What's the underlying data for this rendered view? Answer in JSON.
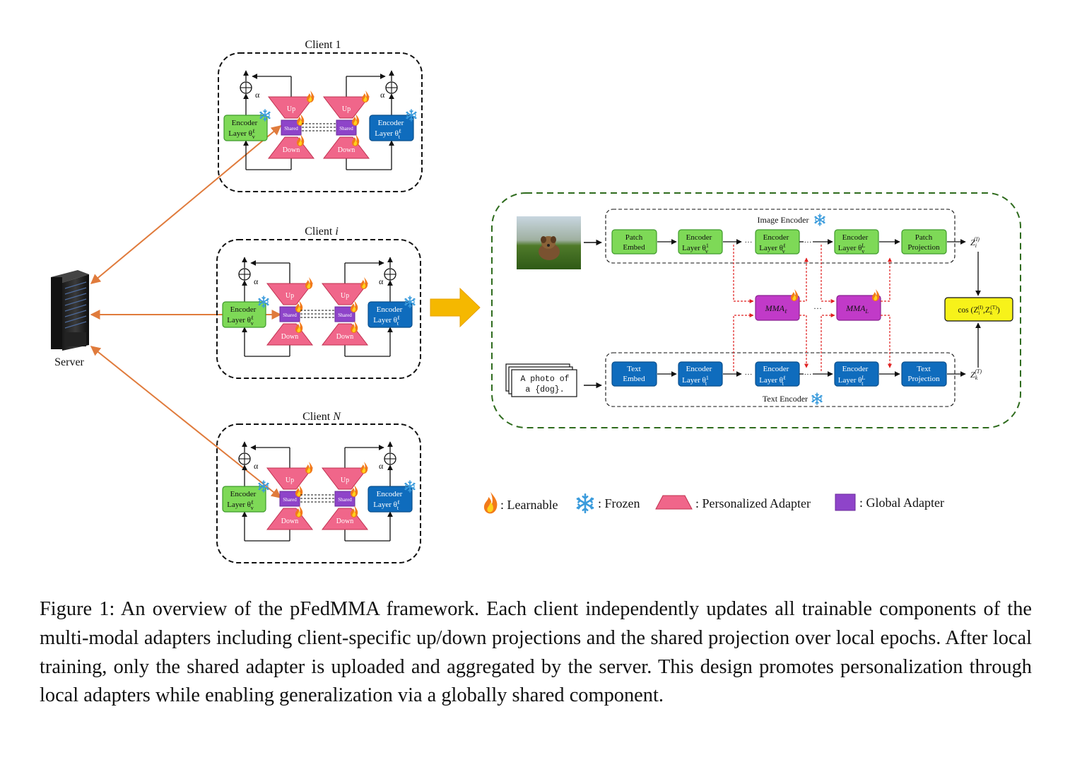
{
  "server": {
    "label": "Server"
  },
  "clients": [
    {
      "title": "Client 1"
    },
    {
      "title_prefix": "Client ",
      "title_var": "i"
    },
    {
      "title_prefix": "Client ",
      "title_var": "N"
    }
  ],
  "client_block": {
    "alpha": "α",
    "up": "Up",
    "down": "Down",
    "shared": "Shared",
    "encoder_v_line1": "Encoder",
    "encoder_v_line2": "Layer θ",
    "encoder_v_sup": "ℓ",
    "encoder_v_sub": "v",
    "encoder_t_line1": "Encoder",
    "encoder_t_line2": "Layer θ",
    "encoder_t_sup": "ℓ",
    "encoder_t_sub": "t"
  },
  "model": {
    "image_encoder_label": "Image Encoder",
    "text_encoder_label": "Text Encoder",
    "text_prompt_line1": "A photo of",
    "text_prompt_line2": "a {dog}.",
    "patch_embed_l1": "Patch",
    "patch_embed_l2": "Embed",
    "patch_proj_l1": "Patch",
    "patch_proj_l2": "Projection",
    "text_embed_l1": "Text",
    "text_embed_l2": "Embed",
    "text_proj_l1": "Text",
    "text_proj_l2": "Projection",
    "enc_l1": "Encoder",
    "enc_l2": "Layer θ",
    "sup_1": "1",
    "sup_l": "ℓ",
    "sup_L": "L",
    "sub_v": "v",
    "sub_t": "t",
    "dots": "···",
    "mma_l": "MMA",
    "mma_l_sub": "ℓ",
    "mma_L_sub": "L",
    "z_sym": "Z",
    "z_i_sub": "i",
    "z_k_sub": "k",
    "z_img_sup": "(I)",
    "z_txt_sup": "(T)",
    "cos_text": "cos (Z",
    "cos_comma": ",Z",
    "cos_close": ")"
  },
  "legend": {
    "learnable": ": Learnable",
    "frozen": ": Frozen",
    "personalized": ": Personalized Adapter",
    "global": ": Global Adapter"
  },
  "caption": "Figure 1: An overview of the pFedMMA framework. Each client independently updates all trainable components of the multi-modal adapters including client-specific up/down projections and the shared projection over local epochs. After local training, only the shared adapter is uploaded and aggregated by the server. This design promotes personalization through local adapters while enabling generalization via a globally shared component.",
  "colors": {
    "green_box": "#7ed957",
    "green_stroke": "#3f9a2c",
    "blue_box": "#0f6cbd",
    "pink_adapter": "#f0668a",
    "purple_adapter": "#8e44c9",
    "magenta_mma": "#c13ac8",
    "yellow_cos": "#f7f21a",
    "orange_arrow": "#e07b3c",
    "big_arrow": "#f5b800",
    "dashed_green": "#2e6b1d",
    "red_dashed": "#e02020"
  },
  "icons": {
    "flame": "flame-icon",
    "snowflake": "snowflake-icon",
    "server": "server-icon",
    "dog_photo": "dog-photo"
  }
}
